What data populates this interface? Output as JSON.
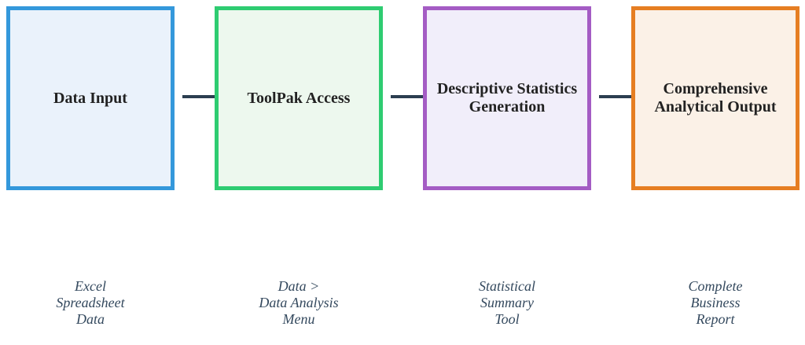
{
  "diagram": {
    "background": "#ffffff",
    "connector_color": "#2c3e50",
    "title_color": "#222222",
    "caption_color": "#34495e",
    "steps": [
      {
        "title": "Data Input",
        "caption_lines": [
          "Excel",
          "Spreadsheet",
          "Data"
        ],
        "border_color": "#3498db",
        "fill_color": "#eaf2fb"
      },
      {
        "title": "ToolPak Access",
        "caption_lines": [
          "Data >",
          "Data Analysis",
          "Menu"
        ],
        "border_color": "#2ecc71",
        "fill_color": "#edf8ee"
      },
      {
        "title": "Descriptive Statistics Generation",
        "caption_lines": [
          "Statistical",
          "Summary",
          "Tool"
        ],
        "border_color": "#a45cc4",
        "fill_color": "#f1eefa"
      },
      {
        "title": "Comprehensive Analytical Output",
        "caption_lines": [
          "Complete",
          "Business",
          "Report"
        ],
        "border_color": "#e67e22",
        "fill_color": "#fbf1e7"
      }
    ]
  }
}
